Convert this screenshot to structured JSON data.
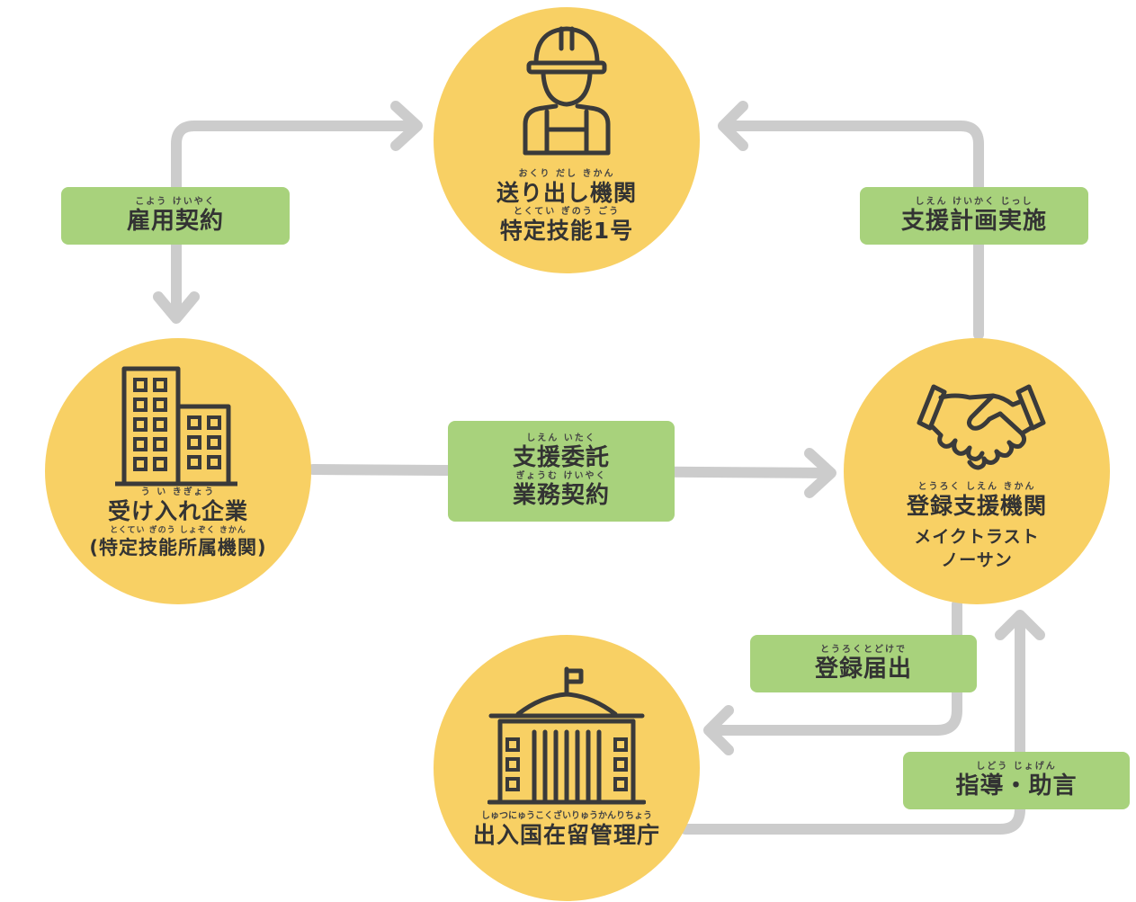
{
  "nodes": {
    "sending_org": {
      "title": "送り出し機関",
      "title_ruby": "おくり だし きかん",
      "subtitle": "特定技能1号",
      "subtitle_ruby": "とくてい ぎのう ごう",
      "icon": "worker-icon"
    },
    "host_company": {
      "title": "受け入れ企業",
      "title_ruby": "う い きぎょう",
      "subtitle": "(特定技能所属機関)",
      "subtitle_ruby": "とくてい ぎのう しょぞく きかん",
      "icon": "office-building-icon"
    },
    "support_org": {
      "title": "登録支援機関",
      "title_ruby": "とうろく しえん きかん",
      "line1": "メイクトラスト",
      "line2": "ノーサン",
      "icon": "handshake-icon"
    },
    "immigration": {
      "title": "出入国在留管理庁",
      "title_ruby": "しゅつにゅうこくざいりゅうかんりちょう",
      "icon": "government-building-icon"
    }
  },
  "relations": {
    "employment": {
      "label": "雇用契約",
      "ruby": "こよう けいやく"
    },
    "support_plan": {
      "label": "支援計画実施",
      "ruby": "しえん けいかく じっし"
    },
    "outsourcing": {
      "label1": "支援委託",
      "ruby1": "しえん いたく",
      "label2": "業務契約",
      "ruby2": "ぎょうむ けいやく"
    },
    "registration": {
      "label": "登録届出",
      "ruby": "とうろくとどけで"
    },
    "guidance": {
      "label": "指導・助言",
      "ruby": "しどう じょげん"
    }
  },
  "colors": {
    "node": "#f8d064",
    "label_box": "#a8d27c",
    "connector": "#cccccc",
    "icon": "#3a3a3a"
  }
}
